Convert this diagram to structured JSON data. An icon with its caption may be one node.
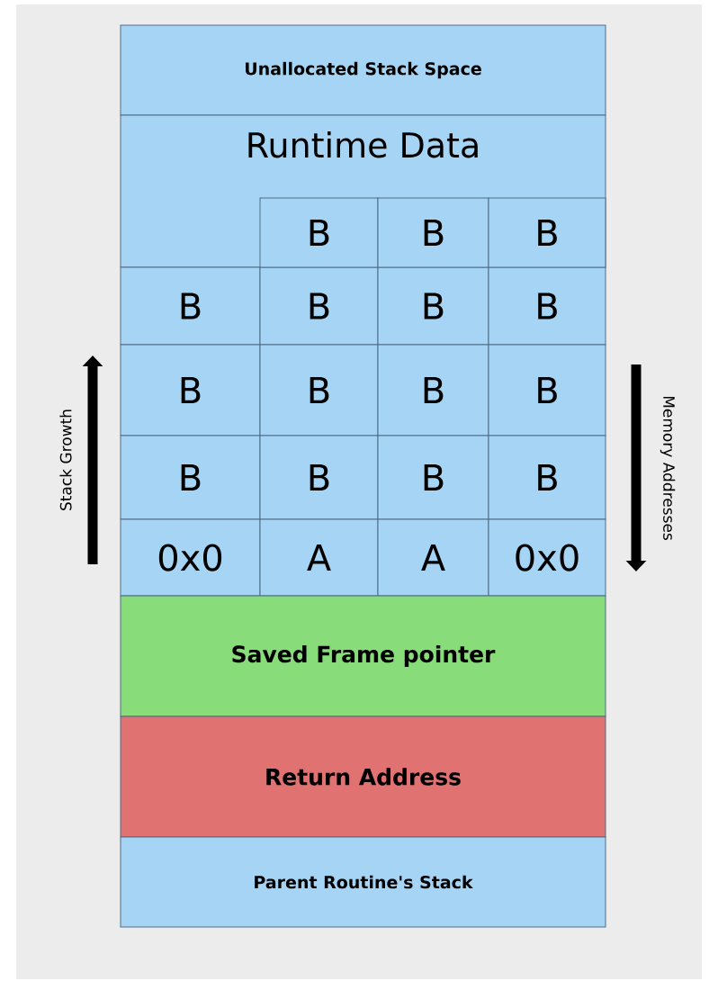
{
  "diagram": {
    "nodes": [
      {
        "text": [
          "Unallocated Stack Space"
        ]
      },
      {
        "text": [
          "Runtime Data"
        ]
      },
      {
        "text": [
          "B"
        ],
        "in": 1
      },
      {
        "text": [
          "B"
        ],
        "in": 1
      },
      {
        "text": [
          "B"
        ],
        "in": 1
      },
      {
        "text": [
          "B"
        ]
      },
      {
        "text": [
          "B"
        ]
      },
      {
        "text": [
          "B"
        ]
      },
      {
        "text": [
          "B"
        ]
      },
      {
        "text": [
          "B"
        ]
      },
      {
        "text": [
          "B"
        ]
      },
      {
        "text": [
          "B"
        ]
      },
      {
        "text": [
          "B"
        ]
      },
      {
        "text": [
          "B"
        ]
      },
      {
        "text": [
          "B"
        ]
      },
      {
        "text": [
          "B"
        ]
      },
      {
        "text": [
          "B"
        ]
      },
      {
        "text": [
          "0x0"
        ]
      },
      {
        "text": [
          "A"
        ]
      },
      {
        "text": [
          "A"
        ]
      },
      {
        "text": [
          "0x0"
        ]
      },
      {
        "text": [
          "Saved Frame pointer"
        ]
      },
      {
        "text": [
          "Return Address"
        ]
      },
      {
        "text": [
          "Parent Routine's Stack"
        ]
      }
    ],
    "labels": [
      "Stack Growth",
      "Memory Addresses"
    ]
  }
}
